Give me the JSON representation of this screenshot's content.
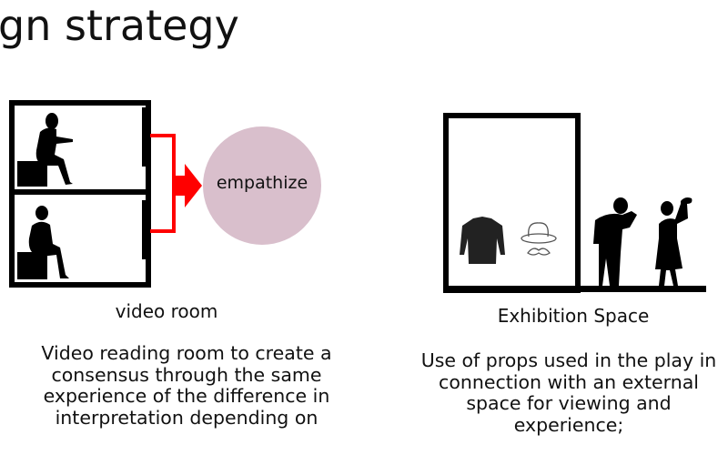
{
  "title": "gn strategy",
  "left_panel": {
    "bubble_label": "empathize",
    "caption": "video room",
    "description": "Video reading room to create a consensus through the same experience of the difference in interpretation depending on"
  },
  "right_panel": {
    "caption": "Exhibition Space",
    "description": "Use of props used in the play in connection with an external space for viewing and experience;"
  },
  "colors": {
    "arrow": "#ff0000",
    "bubble": "#d9bfcc",
    "lines": "#000000"
  }
}
